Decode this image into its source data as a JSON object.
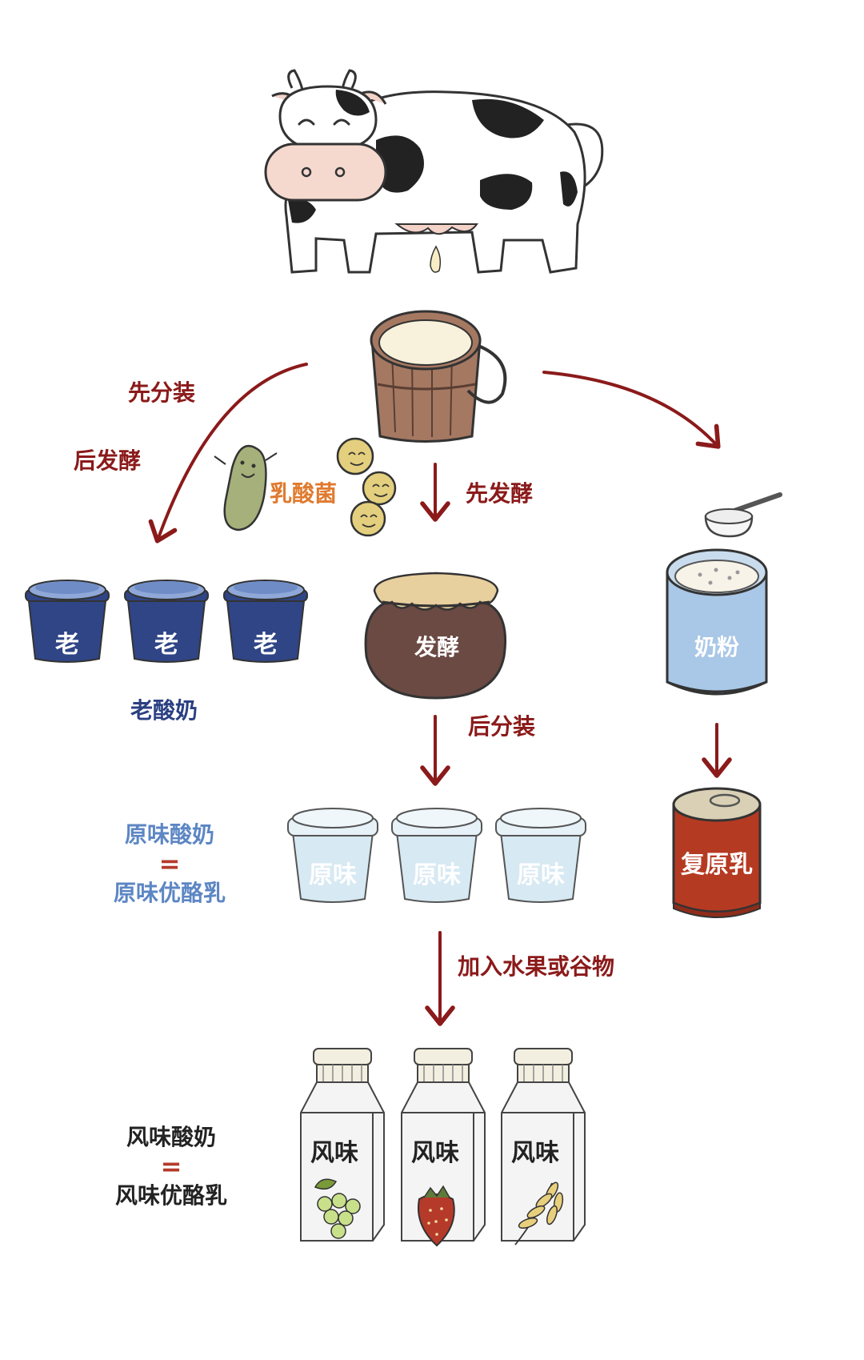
{
  "colors": {
    "arrow": "#8b1a1a",
    "step_text": "#8b1a1a",
    "bacteria_text": "#e07a2e",
    "navy": "#2a3f82",
    "light_blue_text": "#5c86c4",
    "black_text": "#222222",
    "cup_lid": "#3b4f8c",
    "cup_body": "#2f4586",
    "plain_cup": "#d7e9f3",
    "can_blue": "#a9c7e6",
    "red_can": "#b53a22",
    "jar": "#6b4a44",
    "jar_cloth": "#e8cf9e",
    "bucket": "#a57862",
    "milk": "#f8f2dc",
    "bacteria_green": "#a5b07a",
    "bacteria_yellow": "#e3cf7d"
  },
  "steps": {
    "pack_first": "先分装",
    "ferment_after": "后发酵",
    "ferment_first": "先发酵",
    "pack_after": "后分装",
    "add_fruit": "加入水果或谷物"
  },
  "bacteria": {
    "label": "乳酸菌"
  },
  "old_yogurt": {
    "cup_label": "老",
    "caption": "老酸奶"
  },
  "jar": {
    "label": "发酵"
  },
  "milk_powder": {
    "label": "奶粉"
  },
  "reconstituted": {
    "label": "复原乳"
  },
  "plain": {
    "cup_label": "原味",
    "caption_line1": "原味酸奶",
    "equals": "=",
    "caption_line2": "原味优酪乳"
  },
  "flavored": {
    "bottle_label": "风味",
    "caption_line1": "风味酸奶",
    "equals": "=",
    "caption_line2": "风味优酪乳"
  }
}
